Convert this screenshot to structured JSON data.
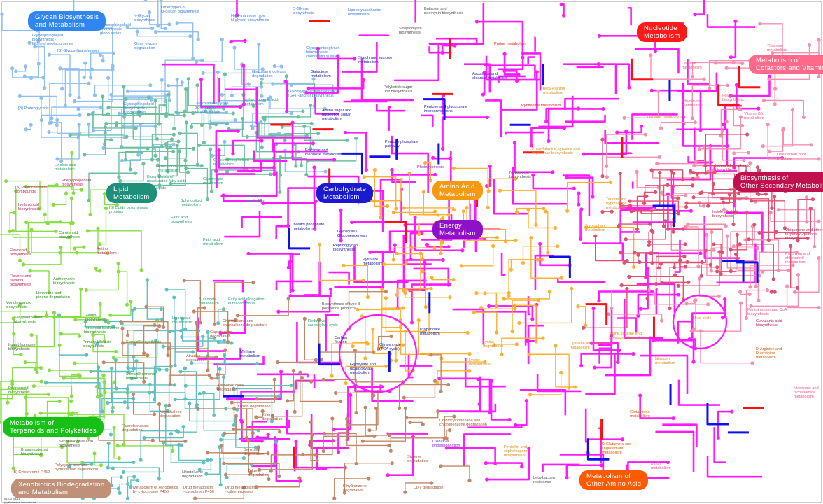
{
  "categories": [
    {
      "label": "Glycan Biosynthesis\nand Metabolism",
      "color": "#2f86f0"
    },
    {
      "label": "Lipid\nMetabolism",
      "color": "#1f8f7a"
    },
    {
      "label": "Carbohydrate\nMetabolism",
      "color": "#1a1ad0"
    },
    {
      "label": "Nucleotide\nMetabolism",
      "color": "#ff1a1a"
    },
    {
      "label": "Amino Acid\nMetabolism",
      "color": "#f59a10"
    },
    {
      "label": "Energy\nMetabolism",
      "color": "#8e10c8"
    },
    {
      "label": "Metabolism of\nCofactors and Vitamins",
      "color": "#ff6a8a"
    },
    {
      "label": "Biosynthesis of\nOther Secondary Metabolites",
      "color": "#c0104e"
    },
    {
      "label": "Metabolism of\nTerpenoids and Polyketides",
      "color": "#16c016"
    },
    {
      "label": "Xenobiotics Biodegradation\nand Metabolism",
      "color": "#c09078"
    },
    {
      "label": "Metabolism of\nOther Amino Acid",
      "color": "#ff5a00"
    }
  ],
  "pathways": [
    "Glycosphingolipid\nbiosynthesis -\nlact and neolacto series",
    "[B] Glycosyltransferases",
    "Glycosphingolipid\nbiosynthesis -\nglobo series",
    "N-Glycan\nbiosynthesis",
    "Other types of\nO-glycan biosynthesis",
    "Other glycan\ndegradation",
    "High-mannose type\nN-glycan biosynthesis",
    "O-Glycan\nbiosynthesis",
    "Lipopolysaccharide\nbiosynthesis",
    "Glycosaminoglycan\nbiosynthesis -\nchondroitin sulfate",
    "Glycosaminoglycan\ndegradation",
    "[B] Proteoglycans",
    "Glycosphingolipid\nbiosynthesis -\nganglioseries",
    "Glycosaminoglycan\nbiosynthesis -\nkeratan sulfate",
    "alpha-Linolenic acid\nmetabolism",
    "Glycerophospholipid\nmetabolism",
    "Linoleic acid\nmetabolism",
    "Arachidonic acid\nmetabolism",
    "Biosynthesis of\nunsaturated fatty acids",
    "[B] Lipids",
    "[B] Lipids biosynthesis\nproteins",
    "Glycerolipid\nmetabolism",
    "Sphingolipid\nmetabolism",
    "Ether lipid\nmetabolism",
    "Fatty acid\nbiosynthesis",
    "Fatty acid\nmetabolism",
    "Fatty acid elongation\nin mitochondria",
    "Butanoate\nmetabolism",
    "Glycosylphosphatidylinositol\n(GPI)-anchor biosynthesis",
    "Starch and sucrose\nmetabolism",
    "Galactose\nmetabolism",
    "Amino sugar and\nnucleotide sugar\nmetabolism",
    "Fructose and\nmannose metabolism",
    "Pentose phosphate\npathway",
    "Pentose and glucuronate\ninterconversions",
    "Ascorbate and\naldarate metabolism",
    "Inositol phosphate\nmetabolism",
    "Peptidoglycan\nbiosynthesis",
    "Glycolysis /\nGluconeogenesis",
    "Pyruvate\nmetabolism",
    "Propanoate\nmetabolism",
    "Citrate cycle\n(TCA cycle)",
    "Glyoxylate and\ndicarboxylate\nmetabolism",
    "Carbon\nfixation",
    "Methane\nmetabolism",
    "Oxidative\nphosphorylation",
    "Photosynthesis",
    "Purine metabolism",
    "Pyrimidine metabolism",
    "Caffeine\nmetabolism",
    "Thiamine\nmetabolism",
    "Riboflavin\nmetabolism",
    "Folate\nbiosynthesis",
    "Vitamin B6\nmetabolism",
    "One carbon pool\nby folate",
    "beta-Alanine\nmetabolism",
    "Tyrosine metabolism",
    "Phenylalanine, tyrosine and\ntryptophan biosynthesis",
    "Isoquinoline alkaloid\nbiosynthesis",
    "Indole alkaloid\nbiosynthesis",
    "Taurine and\nhypotaurine\nmetabolism",
    "Tryptophan\nmetabolism",
    "Urea cycle",
    "Valine, leucine and\nisoleucine degradation",
    "Lysine\nbiosynthesis",
    "Lysine\ndegradation",
    "Cysteine and methionine\nmetabolism",
    "Nitrogen\nmetabolism",
    "Glutathione\nmetabolism",
    "D-Arginine and\nD-ornithine\nmetabolism",
    "D-Glutamine and\nD-glutamate\nmetabolism",
    "Biotin\nmetabolism",
    "Nicotinate and\nnicotinamide\nmetabolism",
    "Pantothenate and CoA\nbiosynthesis",
    "Porphyrin and\nchlorophyll\nmetabolism",
    "Clavulanic acid\nbiosynthesis",
    "Ubiquinone and other\nterpenoid-quinone\nbiosynthesis",
    "Phenylpropanoid\nbiosynthesis",
    "[B] Phytochemical\ncompounds",
    "Isoflavonoid\nbiosynthesis",
    "Flavonoid\nbiosynthesis",
    "Flavone and\nflavonol\nbiosynthesis",
    "Carotenoid\nbiosynthesis",
    "Retinol\nmetabolism",
    "Anthocyanin\nbiosynthesis",
    "Limonene and\npinene degradation",
    "Monoterpenoid\nbiosynthesis",
    "Zeatin\nbiosynthesis",
    "Sesquiterpenoid\nbiosynthesis",
    "Terpenoid backbone\nbiosynthesis",
    "Insect hormone\nbiosynthesis",
    "Diterpenoid\nbiosynthesis",
    "Primary bile acid\nbiosynthesis",
    "Steroid biosynthesis",
    "Steroid hormone\nbiosynthesis",
    "Brassinosteroid\nbiosynthesis",
    "Secondary bile acid\nbiosynthesis",
    "[B] Cytochrome P450",
    "Polycyclic aromatic\nhydrocarbon degradation",
    "Metabolism of xenobiotics\nby cytochrome P450",
    "Drug metabolism\n- cytochrom P450",
    "Drug metabolism\n- other enzymes",
    "Nitrotoluene\ndegradation",
    "Fluorobenzoate\ndegradation",
    "Naphthalene\ndegradation",
    "Atrazine\ndegradation",
    "Caprolactam\ndegradation",
    "Aminobenzoate\ndegradation",
    "Dioxin degradation",
    "Xylene\ndegradation",
    "Benzoate\ndegradation",
    "Toluene\ndegradation",
    "Styrene\ndegradation",
    "Ethylbenzene\ndegradation",
    "DDT degradation",
    "Chloroalkane and\nchloroalkene degradation",
    "Chlorocyclohexane and\nchlorobenzene degradation",
    "Lipoic acid\nmetabolism",
    "Reductive\ncarboxylate cycle",
    "Penicillin and\ncephalosporin\nbiosynthesis",
    "beta-Lactam\nresistance",
    "Butirosin and\nneomycin biosynthesis",
    "Streptomycin\nbiosynthesis",
    "Polyketide sugar\nunit biosynthesis",
    "Novobiocin\nbiosynthesis",
    "Biosynthesis of type II\npolyketide products"
  ],
  "copyright": "01100 2/4/11\n(c) Kanehisa Laboratories"
}
